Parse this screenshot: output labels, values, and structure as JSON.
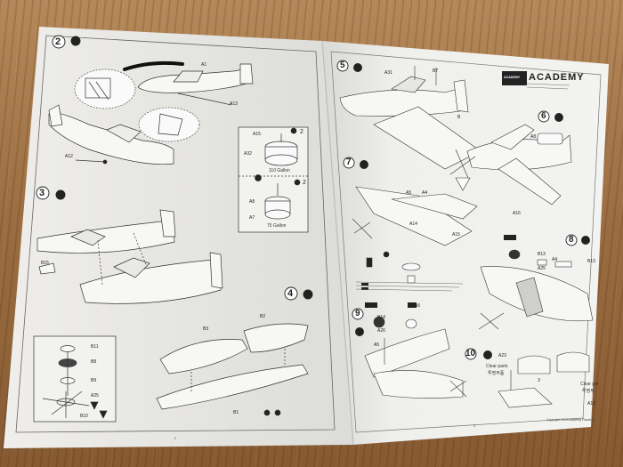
{
  "scene": {
    "subject": "Academy model kit assembly instruction sheet"
  },
  "brand": {
    "logo_text": "ACADEMY",
    "small_badge": "ACADEMY"
  },
  "steps": [
    "2",
    "3",
    "4",
    "5",
    "6",
    "7",
    "8",
    "9",
    "10"
  ],
  "parts": {
    "s2_a1": "A1",
    "s2_a12": "A12",
    "s2_a13": "A13",
    "s3_b15": "B15",
    "s4_b3": "B3",
    "s4_b2": "B2",
    "s4_b1": "B1",
    "sub_b11": "B11",
    "sub_b8": "B8",
    "sub_b9": "B9",
    "sub_a25": "A25",
    "sub_b10": "B10",
    "tank_a15": "A15",
    "tank_a32": "A32",
    "tank_a8": "A8",
    "tank_a7": "A7",
    "tank_n1": "2",
    "tank_n2": "2",
    "s5_a31": "A31",
    "s5_b7": "B7",
    "s6_b": "B",
    "s6_a8": "A8",
    "s6_a16": "A16",
    "s7_a5": "A5",
    "s7_a4": "A4",
    "s7_a14": "A14",
    "s7_a15": "A15",
    "s8_a4": "A4",
    "s8_b13": "B13",
    "s8_a25": "A25",
    "s8_b13b": "B13",
    "s9_b14": "B14",
    "s9_a5": "A5",
    "s9_a26": "A26",
    "s9_a5b": "A5",
    "s10_a23": "A23",
    "s10_3": "3",
    "s10_a10": "A10"
  },
  "captions": {
    "tank_110": "110 Gallon",
    "tank_75": "75 Gallon",
    "clear1": "Clear parts",
    "clear1_kr": "투명부품",
    "clear2": "Clear par",
    "clear2_kr": "투명부",
    "copyright": "Copyright 2015 Academy Plastic M",
    "page_left": "2",
    "page_right": "3"
  }
}
